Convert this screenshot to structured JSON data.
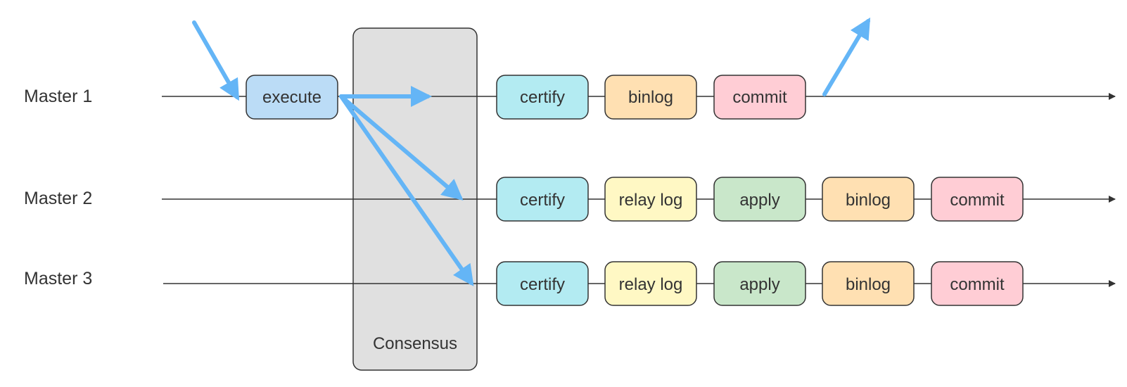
{
  "consensus": {
    "label": "Consensus",
    "fill": "#e0e0e0"
  },
  "rows": [
    {
      "label": "Master 1",
      "steps": [
        "execute",
        "certify",
        "binlog",
        "commit"
      ]
    },
    {
      "label": "Master 2",
      "steps": [
        "certify",
        "relay log",
        "apply",
        "binlog",
        "commit"
      ]
    },
    {
      "label": "Master 3",
      "steps": [
        "certify",
        "relay log",
        "apply",
        "binlog",
        "commit"
      ]
    }
  ],
  "colors": {
    "execute": "#bbdcf6",
    "certify": "#b3ebf2",
    "binlog": "#ffe0b2",
    "commit": "#ffcdd5",
    "relay log": "#fff8c4",
    "apply": "#c9e7ca",
    "flow_arrow": "#64b5f6",
    "line": "#333333"
  }
}
